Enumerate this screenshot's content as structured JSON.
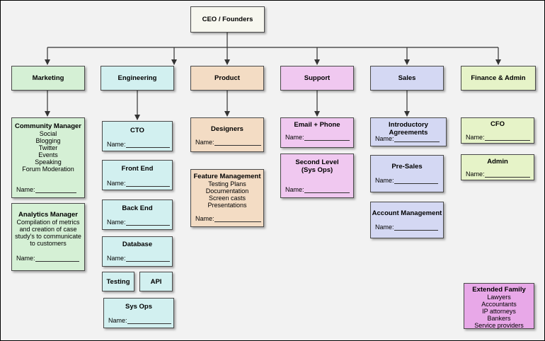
{
  "root": {
    "label": "CEO / Founders"
  },
  "departments": [
    {
      "id": "marketing",
      "label": "Marketing",
      "color": "#d5f0d5"
    },
    {
      "id": "engineering",
      "label": "Engineering",
      "color": "#d2f0f0"
    },
    {
      "id": "product",
      "label": "Product",
      "color": "#f3dcc4"
    },
    {
      "id": "support",
      "label": "Support",
      "color": "#f0c8f0"
    },
    {
      "id": "sales",
      "label": "Sales",
      "color": "#d4d8f3"
    },
    {
      "id": "finance",
      "label": "Finance & Admin",
      "color": "#e6f3c8"
    }
  ],
  "name_label": "Name:",
  "roles": {
    "community_manager": {
      "title": "Community Manager",
      "lines": [
        "Social",
        "Blogging",
        "Twitter",
        "Events",
        "Speaking",
        "Forum Moderation"
      ]
    },
    "analytics_manager": {
      "title": "Analytics Manager",
      "lines": [
        "Compilation of metrics",
        "and creation of case",
        "study's to communicate",
        "to customers"
      ]
    },
    "cto": {
      "title": "CTO"
    },
    "front_end": {
      "title": "Front End"
    },
    "back_end": {
      "title": "Back End"
    },
    "database": {
      "title": "Database"
    },
    "testing": {
      "title": "Testing"
    },
    "api": {
      "title": "API"
    },
    "sys_ops": {
      "title": "Sys Ops"
    },
    "designers": {
      "title": "Designers"
    },
    "feature_management": {
      "title": "Feature Management",
      "lines": [
        "Testing Plans",
        "Documentation",
        "Screen casts",
        "Presentations"
      ]
    },
    "email_phone": {
      "title": "Email + Phone"
    },
    "second_level": {
      "title": "Second Level",
      "lines": [
        "(Sys Ops)"
      ]
    },
    "introductory_agreements": {
      "title": "Introductory Agreements"
    },
    "pre_sales": {
      "title": "Pre-Sales"
    },
    "account_management": {
      "title": "Account Management"
    },
    "cfo": {
      "title": "CFO"
    },
    "admin": {
      "title": "Admin"
    },
    "extended_family": {
      "title": "Extended Family",
      "lines": [
        "Lawyers",
        "Accountants",
        "IP attorneys",
        "Bankers",
        "Service providers"
      ]
    }
  },
  "colors": {
    "line": "#333333",
    "canvas": "#f2f2f2",
    "extended": "#e8a8e8",
    "root": "#f7f7ef"
  }
}
